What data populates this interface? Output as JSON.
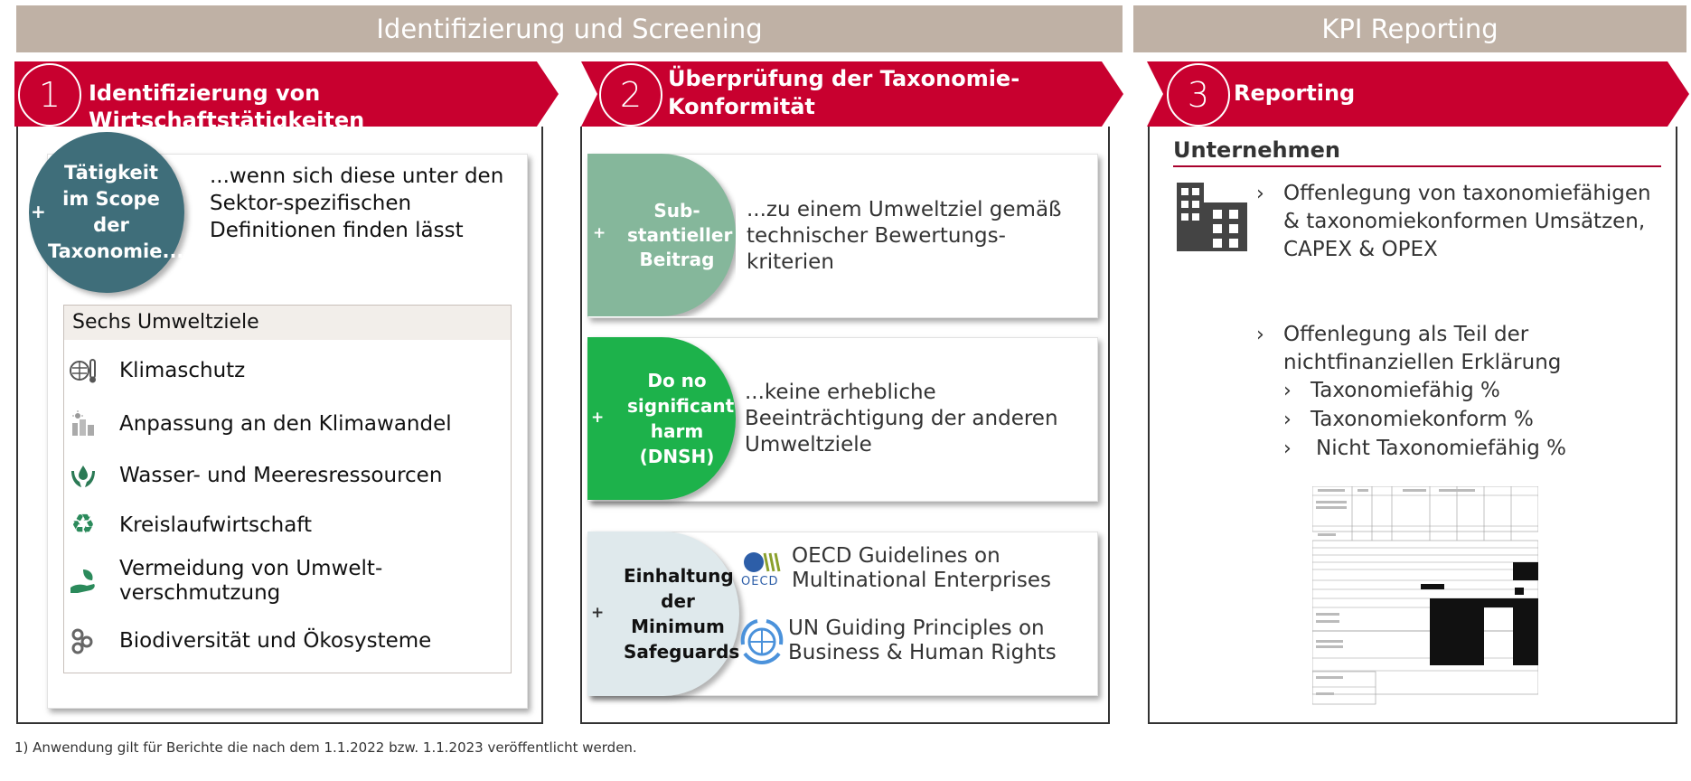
{
  "headers": {
    "left": "Identifizierung und Screening",
    "right": "KPI Reporting"
  },
  "steps": [
    {
      "number": "1",
      "title": "Identifizierung von Wirtschaftstätigkeiten"
    },
    {
      "number": "2",
      "title_line1": "Überprüfung der Taxonomie-",
      "title_line2": "Konformität"
    },
    {
      "number": "3",
      "title": "Reporting"
    }
  ],
  "step1": {
    "bubble": "Tätigkeit im Scope der Taxonomie...",
    "text": "...wenn sich diese unter den Sektor-spezifischen Definitionen finden lässt",
    "env_title": "Sechs Umweltziele",
    "env_items": [
      {
        "label": "Klimaschutz",
        "icon": "thermometer-globe-icon"
      },
      {
        "label": "Anpassung an den Klimawandel",
        "icon": "city-sun-icon"
      },
      {
        "label": "Wasser- und Meeresressourcen",
        "icon": "water-hands-icon"
      },
      {
        "label": "Kreislaufwirtschaft",
        "icon": "recycle-icon"
      },
      {
        "label": "Vermeidung von Umwelt-verschmutzung",
        "icon": "hand-leaf-icon"
      },
      {
        "label": "Biodiversität und Ökosysteme",
        "icon": "biodiversity-icon"
      }
    ]
  },
  "step2": {
    "cards": [
      {
        "bubble": "Sub-stantieller Beitrag",
        "text": "...zu einem Umweltziel gemäß technischer Bewertungs-kriterien",
        "color": "#85b79b"
      },
      {
        "bubble": "Do no significant harm (DNSH)",
        "text": "...keine erhebliche Beeinträchtigung der anderen Umweltziele",
        "color": "#1db24b"
      },
      {
        "bubble": "Einhaltung der Minimum Safeguards",
        "color": "#dfe9ec",
        "oecd_logo": "OECD",
        "items": [
          "OECD Guidelines on Multinational Enterprises",
          "UN Guiding Principles on Business & Human Rights"
        ]
      }
    ]
  },
  "step3": {
    "heading": "Unternehmen",
    "bullet1": "Offenlegung von taxonomiefähigen & taxonomiekonformen Umsätzen, CAPEX & OPEX",
    "bullet2": "Offenlegung als Teil der nichtfinanziellen Erklärung",
    "sub_bullets": [
      "Taxonomiefähig %",
      "Taxonomiekonform %",
      "Nicht Taxonomiefähig %"
    ]
  },
  "footnote": "1) Anwendung gilt für Berichte die nach dem 1.1.2022 bzw. 1.1.2023 veröffentlicht werden.",
  "colors": {
    "header_bg": "#bfb1a5",
    "banner": "#c8002f",
    "teal": "#3f6e7a"
  }
}
